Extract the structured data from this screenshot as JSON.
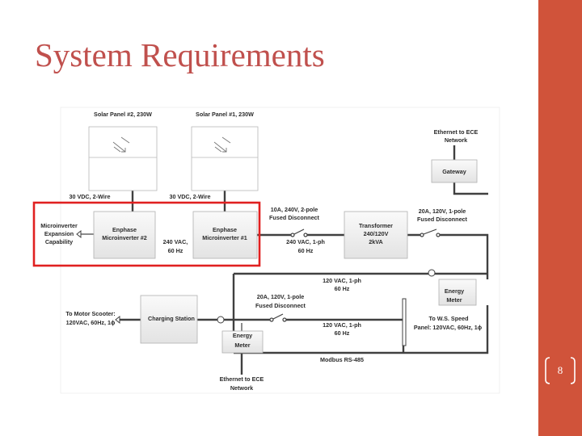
{
  "slide": {
    "title": "System Requirements",
    "page_number": "8"
  },
  "diagram": {
    "solar_panel_2": "Solar Panel #2, 230W",
    "solar_panel_1": "Solar Panel #1, 230W",
    "ethernet_top_1": "Ethernet to ECE",
    "ethernet_top_2": "Network",
    "gateway": "Gateway",
    "vdc_left": "30 VDC, 2-Wire",
    "vdc_right": "30 VDC, 2-Wire",
    "disc1_1": "10A, 240V, 2-pole",
    "disc1_2": "Fused Disconnect",
    "disc2_1": "20A, 120V, 1-pole",
    "disc2_2": "Fused Disconnect",
    "micro_exp_1": "Microinverter",
    "micro_exp_2": "Expansion",
    "micro_exp_3": "Capability",
    "enphase2_1": "Enphase",
    "enphase2_2": "Microinverter #2",
    "enphase1_1": "Enphase",
    "enphase1_2": "Microinverter #1",
    "vac240_1": "240 VAC,",
    "vac240_2": "60 Hz",
    "vac240ph_1": "240 VAC, 1-ph",
    "vac240ph_2": "60 Hz",
    "transformer_1": "Transformer",
    "transformer_2": "240/120V",
    "transformer_3": "2kVA",
    "vac120_a_1": "120 VAC, 1-ph",
    "vac120_a_2": "60 Hz",
    "energy_meter_r_1": "Energy",
    "energy_meter_r_2": "Meter",
    "disc3_1": "20A, 120V, 1-pole",
    "disc3_2": "Fused Disconnect",
    "motor_1": "To Motor Scooter:",
    "motor_2": "120VAC, 60Hz, 1ϕ",
    "charging_station": "Charging Station",
    "energy_meter_l_1": "Energy",
    "energy_meter_l_2": "Meter",
    "vac120_b_1": "120 VAC, 1-ph",
    "vac120_b_2": "60 Hz",
    "ws_1": "To W.S. Speed",
    "ws_2": "Panel: 120VAC, 60Hz, 1ϕ",
    "modbus": "Modbus  RS-485",
    "ethernet_bot_1": "Ethernet to ECE",
    "ethernet_bot_2": "Network"
  },
  "colors": {
    "title": "#c0504d",
    "sidebar": "#d0533a",
    "highlight": "#e02020",
    "wire": "#404040"
  }
}
